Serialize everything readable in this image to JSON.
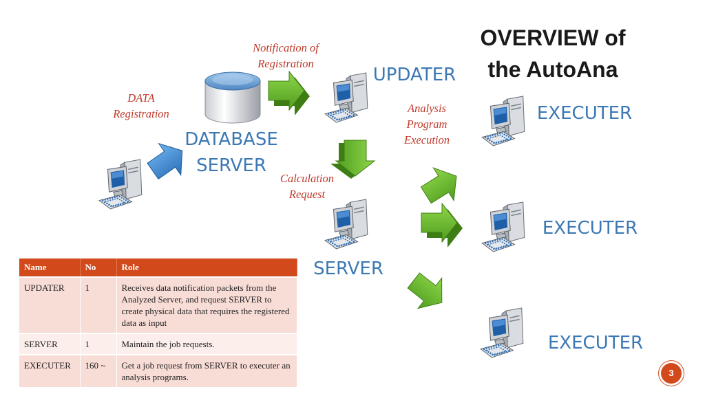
{
  "title": {
    "line1": "OVERVIEW of",
    "line2": "the AutoAna"
  },
  "nodes": {
    "database_server": {
      "line1": "DATABASE",
      "line2": "SERVER"
    },
    "updater": "UPDATER",
    "server": "SERVER",
    "executer": [
      "EXECUTER",
      "EXECUTER",
      "EXECUTER"
    ]
  },
  "annotations": {
    "data_registration": {
      "line1": "DATA",
      "line2": "Registration"
    },
    "notification": {
      "line1": "Notification of",
      "line2": "Registration"
    },
    "calculation": {
      "line1": "Calculation",
      "line2": "Request"
    },
    "analysis": {
      "line1": "Analysis",
      "line2": "Program",
      "line3": "Execution"
    }
  },
  "table": {
    "headers": [
      "Name",
      "No",
      "Role"
    ],
    "rows": [
      {
        "name": "UPDATER",
        "no": "1",
        "role": "Receives data notification packets from the Analyzed Server, and request SERVER to create physical data that requires the registered data as input"
      },
      {
        "name": "SERVER",
        "no": "1",
        "role": "Maintain the job requests."
      },
      {
        "name": "EXECUTER",
        "no": "160 ~",
        "role": "Get a job request from SERVER to executer an analysis programs."
      }
    ]
  },
  "page_number": "3",
  "colors": {
    "node_text": "#3c78b4",
    "annotation_text": "#c0392b",
    "arrow_green": "#6abf2e",
    "arrow_blue": "#3b86cf",
    "table_header": "#d24a1b"
  },
  "icons": [
    "database-cylinder-icon",
    "computer-icon",
    "arrow-icon"
  ]
}
